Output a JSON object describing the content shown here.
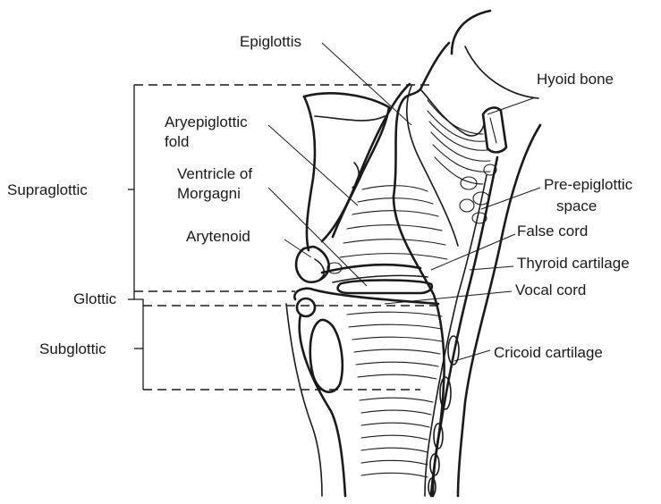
{
  "regions": {
    "supraglottic": "Supraglottic",
    "glottic": "Glottic",
    "subglottic": "Subglottic"
  },
  "labels": {
    "epiglottis": "Epiglottis",
    "hyoid_bone": "Hyoid bone",
    "aryepiglottic_line1": "Aryepiglottic",
    "aryepiglottic_line2": "fold",
    "ventricle_line1": "Ventricle of",
    "ventricle_line2": "Morgagni",
    "arytenoid": "Arytenoid",
    "pre_epiglottic_line1": "Pre-epiglottic",
    "pre_epiglottic_line2": "space",
    "false_cord": "False cord",
    "thyroid_cartilage": "Thyroid cartilage",
    "vocal_cord": "Vocal  cord",
    "cricoid_cartilage": "Cricoid cartilage"
  }
}
